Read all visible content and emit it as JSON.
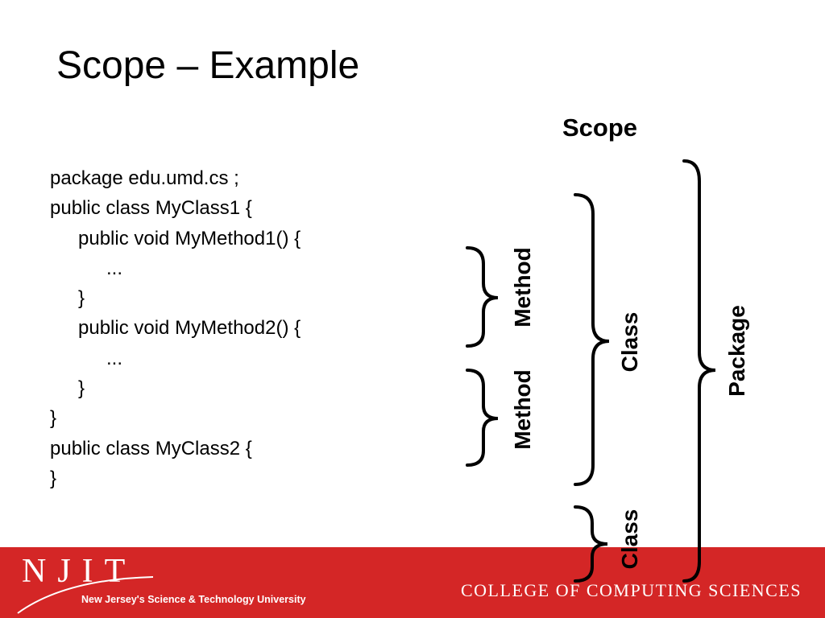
{
  "slide": {
    "title": "Scope – Example"
  },
  "code_lines": [
    "package edu.umd.cs ;",
    "public class MyClass1 {",
    "public void MyMethod1() {",
    "...",
    "}",
    "public void MyMethod2() {",
    "...",
    "}",
    "}",
    "public class MyClass2 {",
    "}"
  ],
  "diagram": {
    "heading": "Scope",
    "labels": {
      "method_1": "Method",
      "method_2": "Method",
      "class_1": "Class",
      "class_2": "Class",
      "package": "Package"
    }
  },
  "footer": {
    "logo_text": "NJIT",
    "tagline": "New Jersey's Science & Technology University",
    "college": "COLLEGE OF COMPUTING SCIENCES",
    "band_color": "#d42626"
  }
}
